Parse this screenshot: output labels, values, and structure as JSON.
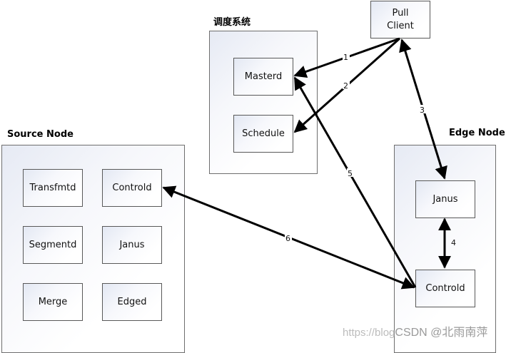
{
  "groups": {
    "scheduler": {
      "title": "调度系统",
      "nodes": {
        "masterd": "Masterd",
        "schedule": "Schedule"
      }
    },
    "source_node": {
      "title": "Source Node",
      "nodes": {
        "transfmtd": "Transfmtd",
        "controld": "Controld",
        "segmentd": "Segmentd",
        "janus": "Janus",
        "merge": "Merge",
        "edged": "Edged"
      }
    },
    "edge_node": {
      "title": "Edge Node",
      "nodes": {
        "janus": "Janus",
        "controld": "Controld"
      }
    }
  },
  "standalone": {
    "pull_client_line1": "Pull",
    "pull_client_line2": "Client"
  },
  "edges": [
    {
      "label": "1",
      "from": "Pull Client",
      "to": "Masterd",
      "direction": "to"
    },
    {
      "label": "2",
      "from": "Pull Client",
      "to": "Schedule",
      "direction": "to"
    },
    {
      "label": "3",
      "from": "Pull Client",
      "to": "Edge Janus",
      "direction": "both"
    },
    {
      "label": "4",
      "from": "Edge Janus",
      "to": "Edge Controld",
      "direction": "both"
    },
    {
      "label": "5",
      "from": "Edge Controld",
      "to": "Masterd",
      "direction": "to"
    },
    {
      "label": "6",
      "from": "Edge Controld",
      "to": "Source Controld",
      "direction": "both"
    }
  ],
  "watermark": {
    "url_text": "https://blog",
    "brand": "CSDN @北雨南萍"
  }
}
